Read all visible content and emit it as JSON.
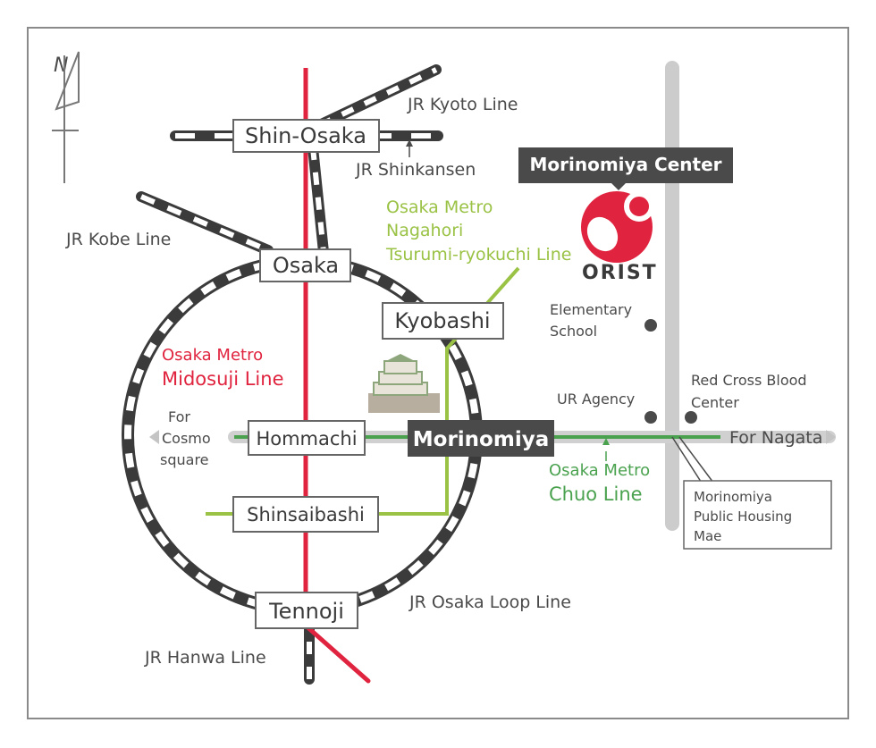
{
  "compass": {
    "label": "N"
  },
  "stations": {
    "shin_osaka": "Shin-Osaka",
    "osaka": "Osaka",
    "kyobashi": "Kyobashi",
    "hommachi": "Hommachi",
    "morinomiya": "Morinomiya",
    "shinsaibashi": "Shinsaibashi",
    "tennoji": "Tennoji"
  },
  "lines": {
    "jr_kyoto": "JR Kyoto Line",
    "jr_shinkansen": "JR Shinkansen",
    "jr_kobe": "JR Kobe Line",
    "nagahori_1": "Osaka Metro",
    "nagahori_2": "Nagahori",
    "nagahori_3": "Tsurumi-ryokuchi Line",
    "midosuji_1": "Osaka Metro",
    "midosuji_2": "Midosuji Line",
    "chuo_1": "Osaka Metro",
    "chuo_2": "Chuo Line",
    "jr_loop": "JR Osaka Loop Line",
    "jr_hanwa": "JR Hanwa Line"
  },
  "directions": {
    "cosmo_1": "For",
    "cosmo_2": "Cosmo",
    "cosmo_3": "square",
    "nagata": "For Nagata"
  },
  "landmarks": {
    "center_title": "Morinomiya Center",
    "orist": "ORIST",
    "school_1": "Elementary",
    "school_2": "School",
    "ur_agency": "UR Agency",
    "red_cross_1": "Red Cross Blood",
    "red_cross_2": "Center",
    "housing_1": "Morinomiya",
    "housing_2": "Public Housing",
    "housing_3": "Mae"
  },
  "colors": {
    "midosuji": "#e0233e",
    "chuo": "#4aa24f",
    "nagahori": "#9ac245",
    "jr_track": "#3b3b3b",
    "road": "#cccccc",
    "frame": "#888888"
  }
}
